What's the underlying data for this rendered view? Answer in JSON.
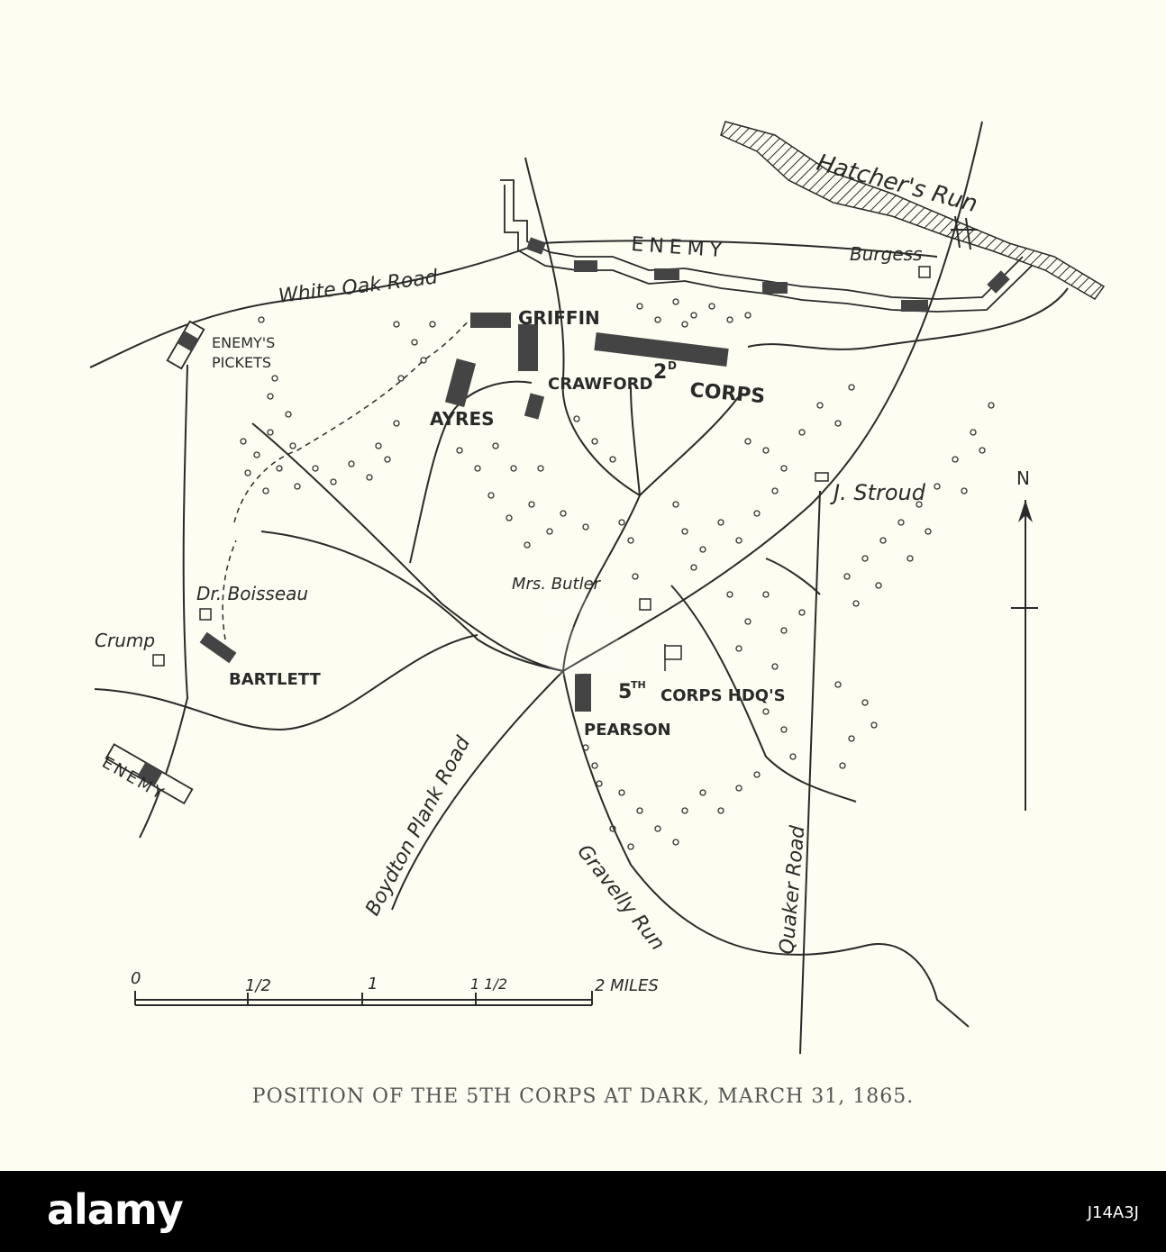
{
  "map": {
    "labels": {
      "hatchers_run": "Hatcher's Run",
      "enemy_top": "ENEMY",
      "burgess": "Burgess",
      "white_oak_road": "White Oak Road",
      "griffin": "GRIFFIN",
      "enemys": "ENEMY'S",
      "pickets": "PICKETS",
      "second_corps_num": "2",
      "second_corps_sup": "D",
      "corps": "CORPS",
      "crawford": "CRAWFORD",
      "ayres": "AYRES",
      "j_stroud": "J. Stroud",
      "north": "N",
      "dr_boisseau": "Dr. Boisseau",
      "mrs_butler": "Mrs. Butler",
      "crump": "Crump",
      "bartlett": "BARTLETT",
      "fifth_num": "5",
      "fifth_sup": "TH",
      "corps_hdqs": "CORPS HDQ'S",
      "pearson": "PEARSON",
      "enemy_left": "ENEMY",
      "boydton_plank_road": "Boydton Plank Road",
      "gravelly_run": "Gravelly Run",
      "quaker_road": "Quaker Road"
    },
    "scale": {
      "t0": "0",
      "t_half": "1/2",
      "t1": "1",
      "t1_half": "1 1/2",
      "t2": "2 MILES"
    },
    "caption": "POSITION OF THE 5TH CORPS AT DARK, MARCH 31, 1865.",
    "colors": {
      "ink": "#2a2a2a",
      "paper": "#fdfdf1",
      "troop": "#444444"
    }
  },
  "footer": {
    "logo": "alamy",
    "image_id": "J14A3J",
    "watermark": "a"
  }
}
